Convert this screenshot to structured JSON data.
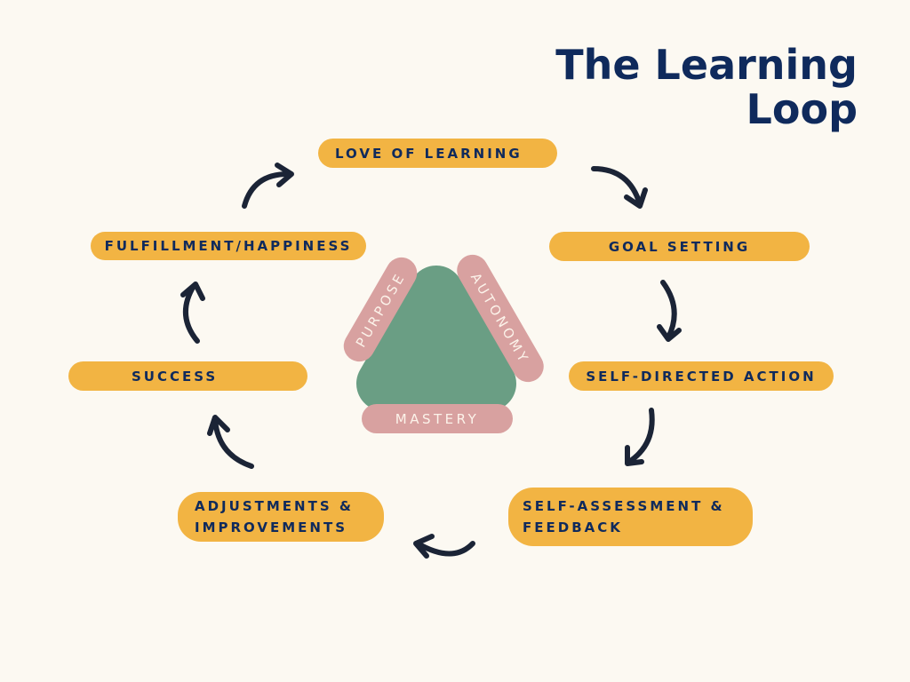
{
  "title": {
    "line1": "The Learning",
    "line2": "Loop"
  },
  "steps": [
    {
      "label": "LOVE OF LEARNING"
    },
    {
      "label": "GOAL SETTING"
    },
    {
      "label": "SELF-DIRECTED ACTION"
    },
    {
      "label1": "SELF-ASSESSMENT &",
      "label2": "FEEDBACK"
    },
    {
      "label1": "ADJUSTMENTS &",
      "label2": "IMPROVEMENTS"
    },
    {
      "label": "SUCCESS"
    },
    {
      "label": "FULFILLMENT/HAPPINESS"
    }
  ],
  "core": {
    "purpose": "PURPOSE",
    "autonomy": "AUTONOMY",
    "mastery": "MASTERY"
  },
  "colors": {
    "pill": "#f2b443",
    "text": "#0f2a5c",
    "triangle": "#6a9e84",
    "pink": "#d8a1a0",
    "arrow": "#1b2436"
  }
}
